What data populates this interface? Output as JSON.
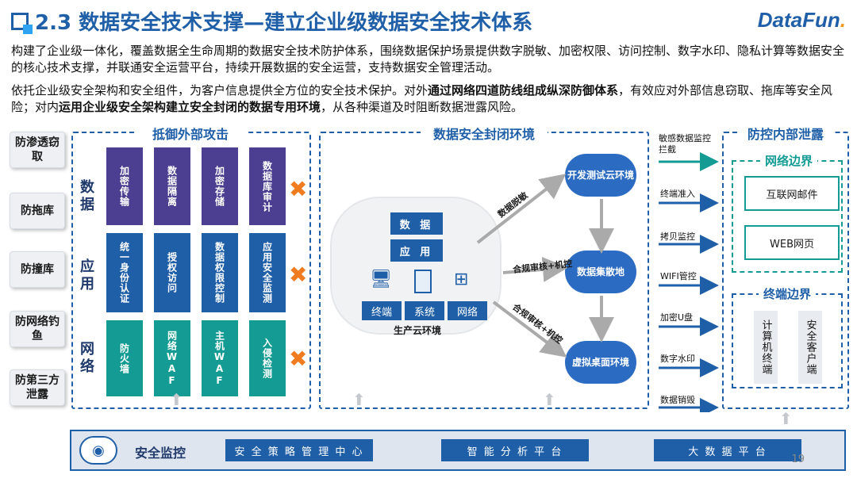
{
  "header": {
    "title": "2.3 数据安全技术支撑—建立企业级数据安全技术体系",
    "logo": "DataFun",
    "logo_dot": "."
  },
  "paragraphs": {
    "p1": "构建了企业级一体化，覆盖数据全生命周期的数据安全技术防护体系，围绕数据保护场景提供数字脱敏、加密权限、访问控制、数字水印、隐私计算等数据安全的核心技术支撑，并联通安全运营平台，持续开展数据的安全运营，支持数据安全管理活动。",
    "p2_a": "依托企业级安全架构和安全组件，为客户信息提供全方位的安全技术保护。对外",
    "p2_b": "通过网络四道防线组成纵深防御体系",
    "p2_c": "，有效应对外部信息窃取、拖库等安全风险；对内",
    "p2_d": "运用企业级安全架构建立安全封闭的数据专用环境",
    "p2_e": "，从各种渠道及时阻断数据泄露风险。"
  },
  "left_labels": [
    "防渗透窃取",
    "防拖库",
    "防撞库",
    "防网络钓鱼",
    "防第三方泄露"
  ],
  "external": {
    "title": "抵御外部攻击",
    "rows": [
      {
        "label": "数据",
        "cells": [
          "加密传输",
          "数据隔离",
          "加密存储",
          "数据库审计"
        ]
      },
      {
        "label": "应用",
        "cells": [
          "统一身份认证",
          "授权访问",
          "数据权限控制",
          "应用安全监测"
        ]
      },
      {
        "label": "网络",
        "cells": [
          "防火墙",
          "网络WAF",
          "主机WAF",
          "入侵检测"
        ]
      }
    ]
  },
  "closed": {
    "title": "数据安全封闭环境",
    "data_box": "数 据",
    "app_box": "应 用",
    "bottom_items": [
      "终端",
      "系统",
      "网络"
    ],
    "prod_env": "生产云环境",
    "envs": [
      "开发测试云环境",
      "数据集散地",
      "虚拟桌面环境"
    ],
    "arrows": [
      "数据脱敏",
      "合规审核+机控",
      "合规审核+机控"
    ]
  },
  "middle_arrows": [
    "敏感数据监控拦截",
    "终端准入",
    "拷贝监控",
    "WIFI管控",
    "加密U盘",
    "数字水印",
    "数据销毁"
  ],
  "internal": {
    "title": "防控内部泄露",
    "net_title": "网络边界",
    "net_items": [
      "互联网邮件",
      "WEB网页"
    ],
    "term_title": "终端边界",
    "term_items": [
      "计算机终端",
      "安全客户端"
    ]
  },
  "monitor": {
    "label": "安全监控",
    "bars": [
      "安 全 策 略 管 理 中 心",
      "智 能 分 析 平 台",
      "大 数 据 平 台"
    ]
  },
  "page_number": "19"
}
